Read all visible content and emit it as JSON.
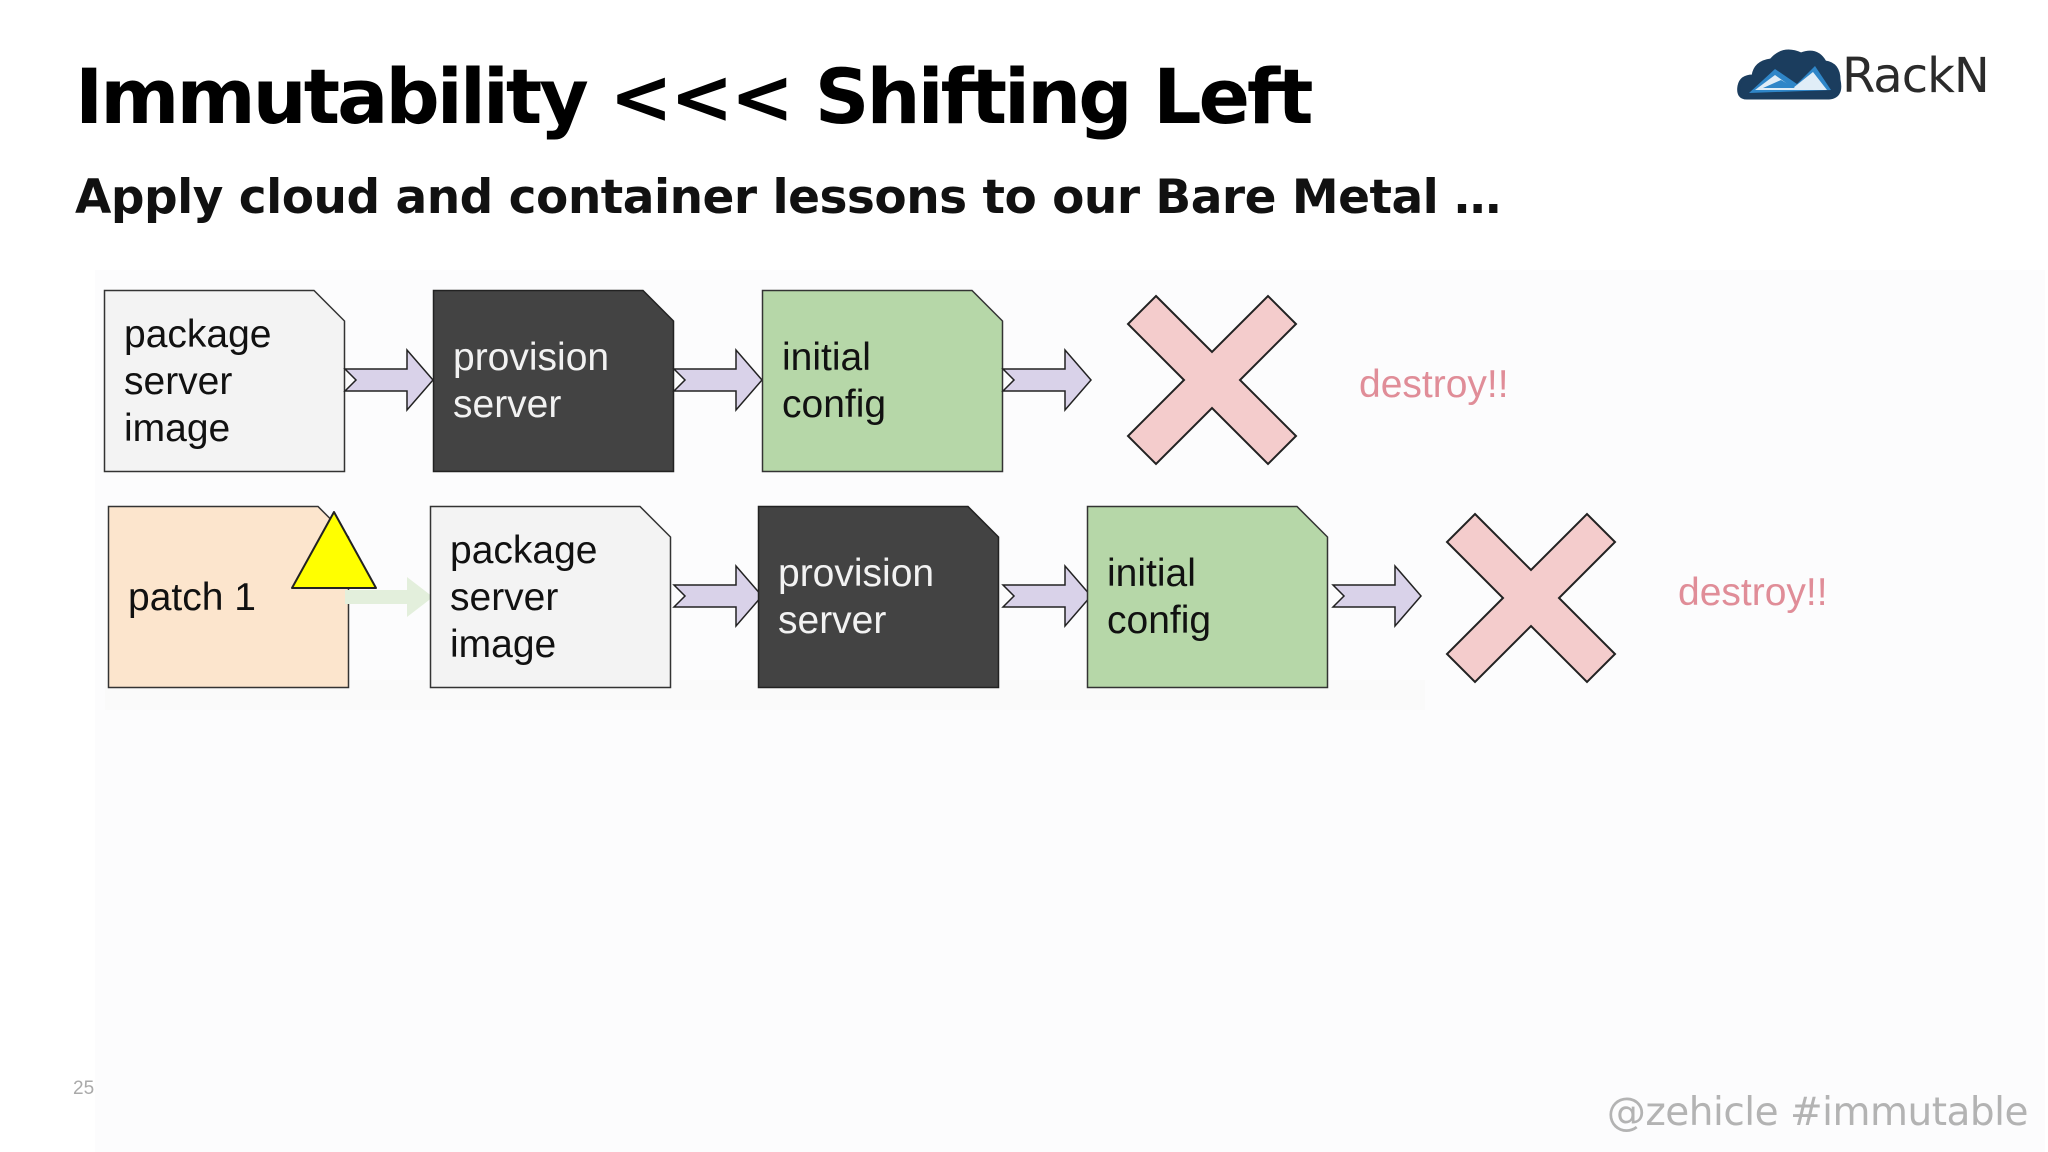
{
  "slide": {
    "title": "Immutability <<< Shifting Left",
    "subtitle": "Apply cloud and container lessons to our Bare Metal …",
    "logo_text": "RackN",
    "slide_number": "25",
    "footer": "@zehicle #immutable"
  },
  "diagram": {
    "row1": {
      "package": [
        "package",
        "server",
        "image"
      ],
      "provision": [
        "provision",
        "server"
      ],
      "config": [
        "initial",
        "config"
      ],
      "destroy": "destroy!!"
    },
    "row2": {
      "patch": [
        "patch 1"
      ],
      "package": [
        "package",
        "server",
        "image"
      ],
      "provision": [
        "provision",
        "server"
      ],
      "config": [
        "initial",
        "config"
      ],
      "destroy": "destroy!!"
    }
  },
  "colors": {
    "light_box": "#f3f3f3",
    "dark_box": "#434343",
    "green_box": "#b6d7a8",
    "peach_box": "#fce5cd",
    "arrow_fill": "#d9d2e9",
    "x_fill": "#f4cccc",
    "destroy_text": "#e08d98",
    "warning_triangle": "#ffff00"
  },
  "icons": [
    "rackn-cloud-logo-icon",
    "right-arrow-icon",
    "x-mark-icon",
    "warning-triangle-icon"
  ]
}
